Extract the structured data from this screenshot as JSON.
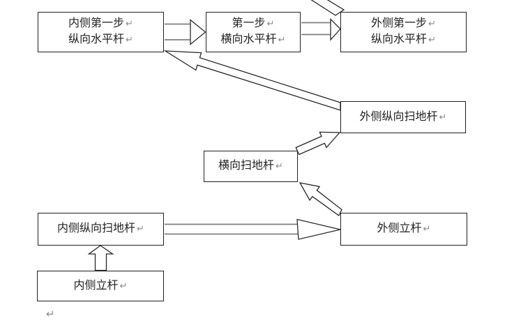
{
  "diagram": {
    "return_mark": "↵",
    "nodes": {
      "inner_first_step": {
        "line1": "内侧第一步",
        "line2": "纵向水平杆"
      },
      "first_step_transverse": {
        "line1": "第一步",
        "line2": "横向水平杆"
      },
      "outer_first_step": {
        "line1": "外侧第一步",
        "line2": "纵向水平杆"
      },
      "outer_longitudinal_sweep": {
        "label": "外侧纵向扫地杆"
      },
      "transverse_sweep": {
        "label": "横向扫地杆"
      },
      "inner_longitudinal_sweep": {
        "label": "内侧纵向扫地杆"
      },
      "outer_upright": {
        "label": "外侧立杆"
      },
      "inner_upright": {
        "label": "内侧立杆"
      }
    },
    "edges": [
      {
        "from": "内侧立杆",
        "to": "内侧纵向扫地杆"
      },
      {
        "from": "内侧纵向扫地杆",
        "to": "外侧立杆"
      },
      {
        "from": "外侧立杆",
        "to": "横向扫地杆"
      },
      {
        "from": "横向扫地杆",
        "to": "外侧纵向扫地杆"
      },
      {
        "from": "外侧纵向扫地杆",
        "to": "内侧第一步纵向水平杆"
      },
      {
        "from": "内侧第一步纵向水平杆",
        "to": "第一步横向水平杆"
      },
      {
        "from": "第一步横向水平杆",
        "to": "外侧第一步纵向水平杆"
      },
      {
        "from": "外侧第一步纵向水平杆",
        "to": "offscreen-top"
      }
    ],
    "colors": {
      "box_border": "#1f1f1f",
      "text": "#1f1f1f",
      "arrow_outline": "#262626",
      "shaft_gray": "#7f7f7f",
      "return_mark": "#8a8a8a",
      "background": "#ffffff"
    }
  }
}
